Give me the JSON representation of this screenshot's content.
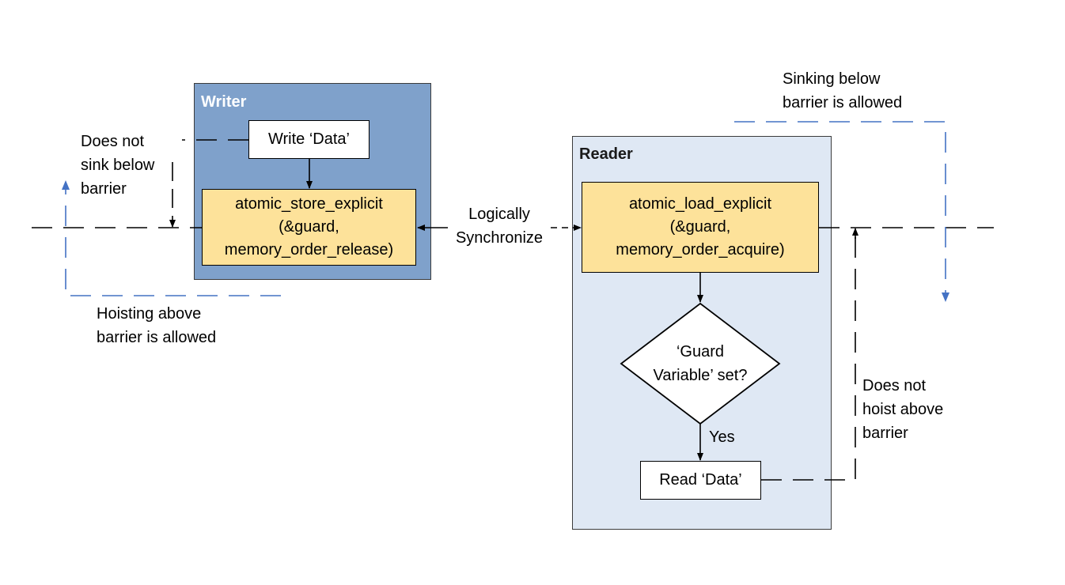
{
  "writer": {
    "title": "Writer",
    "write_box": "Write ‘Data’",
    "store_box": [
      "atomic_store_explicit",
      "(&guard,",
      "memory_order_release)"
    ]
  },
  "reader": {
    "title": "Reader",
    "load_box": [
      "atomic_load_explicit",
      "(&guard,",
      "memory_order_acquire)"
    ],
    "decision": [
      "‘Guard",
      "Variable’ set?"
    ],
    "yes_label": "Yes",
    "read_box": "Read ‘Data’"
  },
  "sync_label": [
    "Logically",
    "Synchronize"
  ],
  "annotations": {
    "does_not_sink": [
      "Does not",
      "sink below",
      "barrier"
    ],
    "hoisting_allowed": [
      "Hoisting above",
      "barrier is allowed"
    ],
    "sinking_allowed": [
      "Sinking below",
      "barrier is allowed"
    ],
    "does_not_hoist": [
      "Does not",
      "hoist above",
      "barrier"
    ]
  },
  "colors": {
    "writer_panel": "#7fa1cb",
    "reader_panel": "#dfe8f4",
    "atomic_box": "#fde29a",
    "allowed_arrow": "#4472c4"
  }
}
